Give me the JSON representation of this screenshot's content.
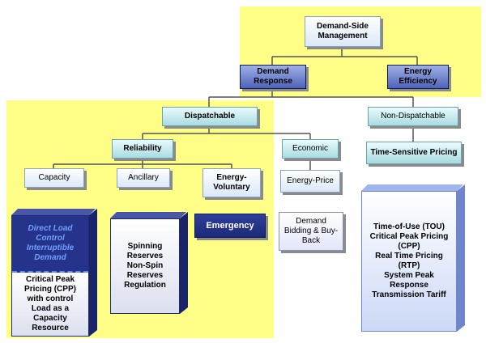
{
  "nodes": {
    "dsm": "Demand-Side\nManagement",
    "dr": "Demand\nResponse",
    "ee": "Energy\nEfficiency",
    "dispatchable": "Dispatchable",
    "non_dispatchable": "Non-Dispatchable",
    "reliability": "Reliability",
    "economic": "Economic",
    "tsp": "Time-Sensitive Pricing",
    "capacity": "Capacity",
    "ancillary": "Ancillary",
    "energy_voluntary": "Energy-\nVoluntary",
    "energy_price": "Energy-Price",
    "emergency": "Emergency",
    "demand_bidding": "Demand\nBidding & Buy-\nBack"
  },
  "blocks": {
    "capacity_top": "Direct Load\nControl\nInterruptible\nDemand",
    "capacity_bottom": "Critical Peak\nPricing (CPP)\nwith control\nLoad as a\nCapacity\nResource",
    "ancillary": "Spinning\nReserves\nNon-Spin\nReserves\nRegulation",
    "tsp": "Time-of-Use (TOU)\nCritical Peak Pricing\n(CPP)\nReal Time Pricing\n(RTP)\nSystem Peak\nResponse\nTransmission Tariff"
  },
  "colors": {
    "yellow": "#ffff88",
    "navy": "#26338a",
    "teal": "#a8dbe0",
    "light_blue": "#dbe9f8",
    "dashed_line": "#5b8bff"
  }
}
